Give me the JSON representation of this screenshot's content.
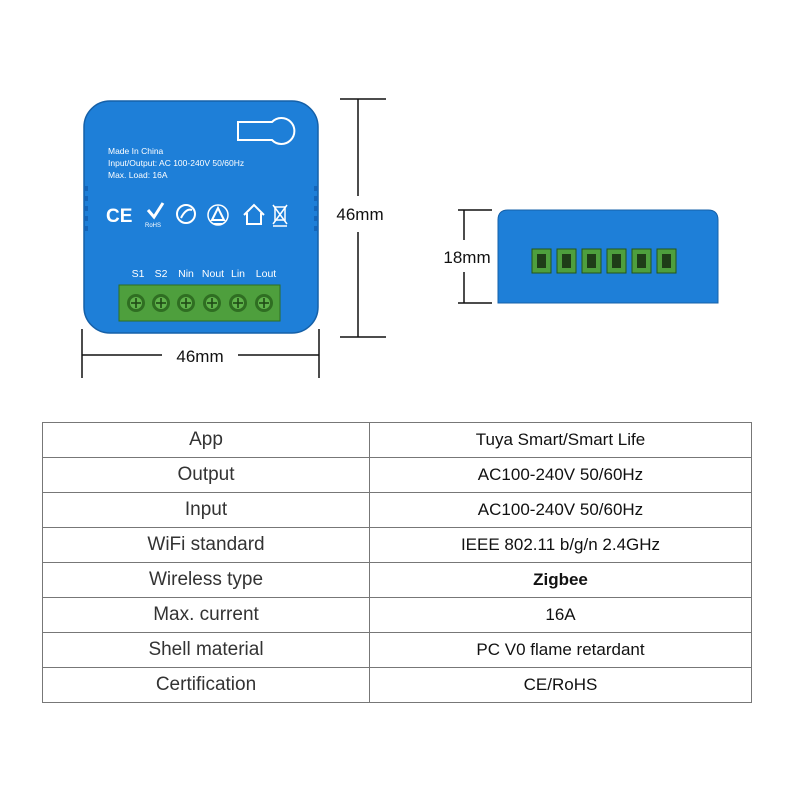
{
  "module": {
    "label_lines": [
      "Made In China",
      "Input/Output:  AC 100-240V 50/60Hz",
      "Max. Load: 16A"
    ],
    "rohs_label": "RoHS",
    "ce_mark": "CE",
    "terminal_labels": [
      "S1",
      "S2",
      "Nin",
      "Nout",
      "Lin",
      "Lout"
    ],
    "body_color": "#1E7FD8",
    "terminal_color": "#4E9F3D"
  },
  "dimensions": {
    "height": "46mm",
    "width": "46mm",
    "depth": "18mm"
  },
  "specs": [
    {
      "label": "App",
      "value": "Tuya Smart/Smart Life"
    },
    {
      "label": "Output",
      "value": "AC100-240V 50/60Hz"
    },
    {
      "label": "Input",
      "value": "AC100-240V 50/60Hz"
    },
    {
      "label": "WiFi standard",
      "value": "IEEE 802.11 b/g/n 2.4GHz"
    },
    {
      "label": "Wireless type",
      "value": "Zigbee"
    },
    {
      "label": "Max. current",
      "value": "16A"
    },
    {
      "label": "Shell material",
      "value": "PC V0 flame retardant"
    },
    {
      "label": "Certification",
      "value": "CE/RoHS"
    }
  ]
}
